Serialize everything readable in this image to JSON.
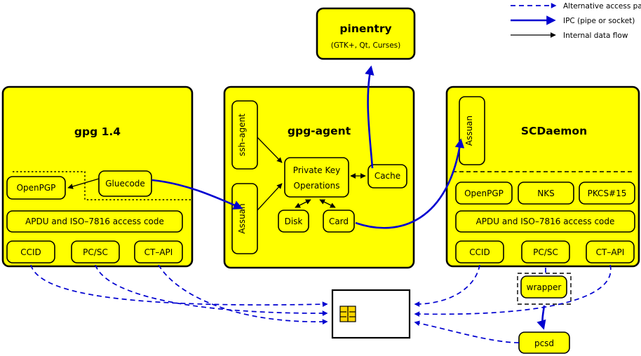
{
  "legend": {
    "items": [
      {
        "id": "alt-paths",
        "label": "Alternative access paths",
        "style": "dashed-blue",
        "color": "#0000d0"
      },
      {
        "id": "ipc",
        "label": "IPC (pipe or socket)",
        "style": "solid-blue-thick",
        "color": "#0000d0"
      },
      {
        "id": "internal",
        "label": "Internal data flow",
        "style": "solid-black",
        "color": "#000000"
      }
    ]
  },
  "colors": {
    "box_fill": "#ffff00",
    "box_stroke": "#000000",
    "blue": "#0000d0",
    "card_fill": "#ffffff",
    "chip_fill": "#ffd700",
    "background": "#ffffff"
  },
  "nodes": {
    "pinentry": {
      "title": "pinentry",
      "subtitle": "(GTK+, Qt, Curses)"
    },
    "gpg": {
      "title": "gpg 1.4",
      "gluecode": "Gluecode",
      "openpgp": "OpenPGP",
      "apdu": "APDU and ISO–7816 access code",
      "drivers": [
        "CCID",
        "PC/SC",
        "CT–API"
      ]
    },
    "gpgagent": {
      "title": "gpg-agent",
      "ssh_agent": "ssh–agent",
      "assuan": "Assuan",
      "private_key_line1": "Private Key",
      "private_key_line2": "Operations",
      "cache": "Cache",
      "disk": "Disk",
      "card": "Card"
    },
    "scdaemon": {
      "title": "SCDaemon",
      "assuan": "Assuan",
      "apps": [
        "OpenPGP",
        "NKS",
        "PKCS#15"
      ],
      "apdu": "APDU and ISO–7816 access code",
      "drivers": [
        "CCID",
        "PC/SC",
        "CT–API"
      ]
    },
    "wrapper": {
      "label": "wrapper"
    },
    "pcsd": {
      "label": "pcsd"
    },
    "smartcard": {
      "label": "smartcard"
    }
  }
}
